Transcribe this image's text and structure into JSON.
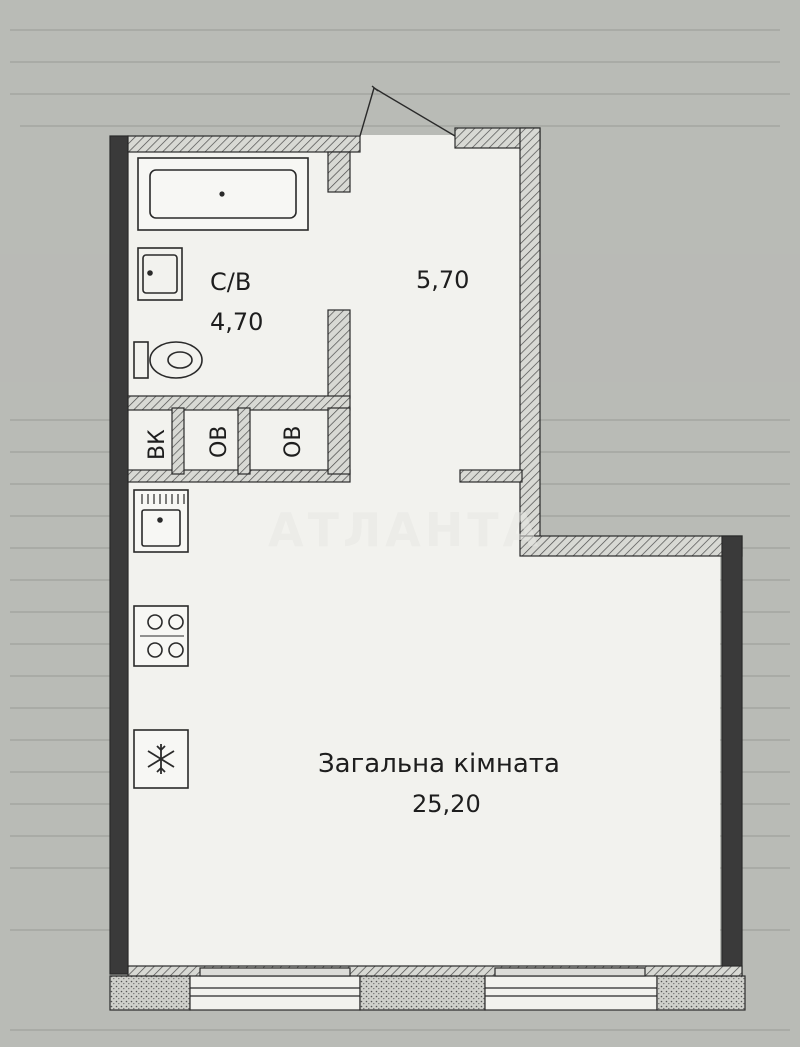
{
  "rooms": {
    "bathroom": {
      "name": "С/В",
      "area": "4,70"
    },
    "hall": {
      "area": "5,70"
    },
    "living": {
      "name": "Загальна кімната",
      "area": "25,20"
    }
  },
  "cabinets": {
    "wk": "ВК",
    "ov1": "ОВ",
    "ov2": "ОВ"
  },
  "watermark": "АТЛАНТА",
  "colors": {
    "paper": "#b9bbb6",
    "wall_line": "#2a2a2a",
    "hatch": "#4a4a4a",
    "text": "#1e1e1e"
  },
  "icons": [
    "bathtub-icon",
    "sink-icon",
    "toilet-icon",
    "kitchen-sink-icon",
    "stove-icon",
    "snowflake-fridge-icon"
  ]
}
